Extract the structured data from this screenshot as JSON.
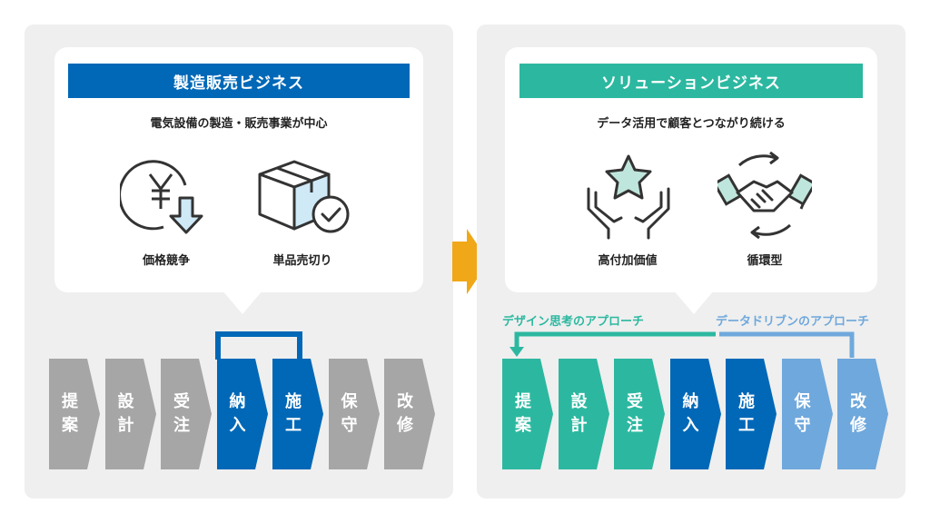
{
  "left": {
    "title": "製造販売ビジネス",
    "subtitle": "電気設備の製造・販売事業が中心",
    "icons": [
      {
        "label": "価格競争",
        "icon": "yen-down-icon"
      },
      {
        "label": "単品売切り",
        "icon": "box-check-icon"
      }
    ],
    "steps": [
      {
        "c1": "提",
        "c2": "案",
        "color": "#a6a6a6"
      },
      {
        "c1": "設",
        "c2": "計",
        "color": "#a6a6a6"
      },
      {
        "c1": "受",
        "c2": "注",
        "color": "#a6a6a6"
      },
      {
        "c1": "納",
        "c2": "入",
        "color": "#0068b7"
      },
      {
        "c1": "施",
        "c2": "工",
        "color": "#0068b7"
      },
      {
        "c1": "保",
        "c2": "守",
        "color": "#a6a6a6"
      },
      {
        "c1": "改",
        "c2": "修",
        "color": "#a6a6a6"
      }
    ]
  },
  "right": {
    "title": "ソリューションビジネス",
    "subtitle": "データ活用で顧客とつながり続ける",
    "icons": [
      {
        "label": "高付加価値",
        "icon": "hands-star-icon"
      },
      {
        "label": "循環型",
        "icon": "handshake-cycle-icon"
      }
    ],
    "design_label": "デザイン思考のアプローチ",
    "data_label": "データドリブンのアプローチ",
    "steps": [
      {
        "c1": "提",
        "c2": "案",
        "color": "#2cb8a0"
      },
      {
        "c1": "設",
        "c2": "計",
        "color": "#2cb8a0"
      },
      {
        "c1": "受",
        "c2": "注",
        "color": "#2cb8a0"
      },
      {
        "c1": "納",
        "c2": "入",
        "color": "#0068b7"
      },
      {
        "c1": "施",
        "c2": "工",
        "color": "#0068b7"
      },
      {
        "c1": "保",
        "c2": "守",
        "color": "#6fa8dc"
      },
      {
        "c1": "改",
        "c2": "修",
        "color": "#6fa8dc"
      }
    ]
  },
  "colors": {
    "blue": "#0068b7",
    "teal": "#2cb8a0",
    "light_blue": "#6fa8dc",
    "gray": "#a6a6a6",
    "arrow": "#f0a818"
  }
}
